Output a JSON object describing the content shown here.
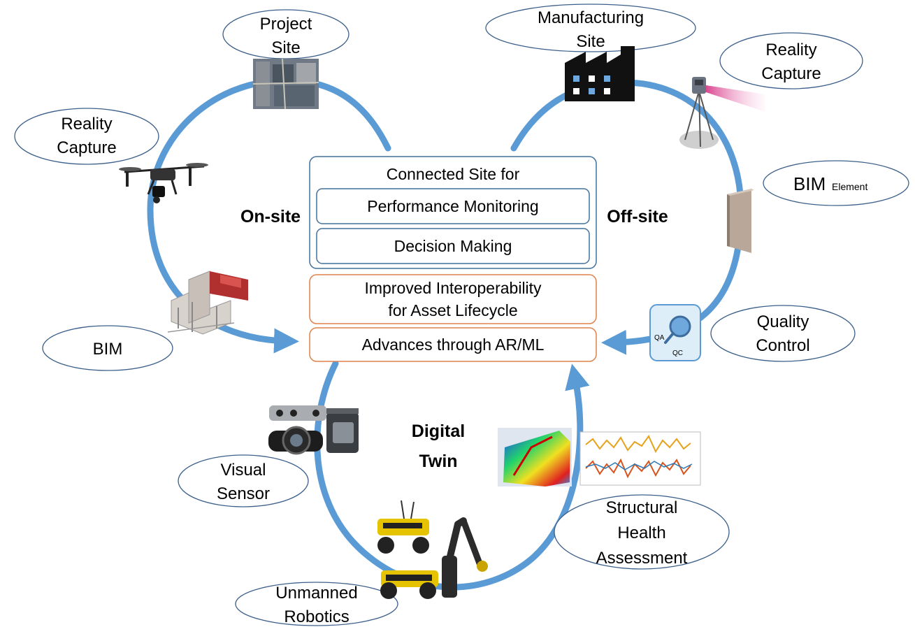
{
  "regions": {
    "onsite": "On-site",
    "offsite": "Off-site",
    "twin_line1": "Digital",
    "twin_line2": "Twin"
  },
  "center": {
    "connected_title": "Connected Site for",
    "performance": "Performance Monitoring",
    "decision": "Decision Making",
    "interop_line1": "Improved Interoperability",
    "interop_line2": "for Asset Lifecycle",
    "advances": "Advances through AR/ML"
  },
  "bubbles": {
    "project_site": [
      "Project",
      "Site"
    ],
    "manufacturing_site": [
      "Manufacturing",
      "Site"
    ],
    "reality_capture_left": [
      "Reality",
      "Capture"
    ],
    "reality_capture_right": [
      "Reality",
      "Capture"
    ],
    "bim_element_main": "BIM",
    "bim_element_sub": "Element",
    "bim": "BIM",
    "quality_control": [
      "Quality",
      "Control"
    ],
    "visual_sensor": [
      "Visual",
      "Sensor"
    ],
    "structural_health": [
      "Structural",
      "Health",
      "Assessment"
    ],
    "unmanned_robotics": [
      "Unmanned",
      "Robotics"
    ]
  },
  "icons": {
    "qa_label": "QA",
    "qc_label": "QC"
  },
  "colors": {
    "cycle_arrow": "#5b9bd5",
    "connected_box_border": "#41719c",
    "interop_box_border": "#e0824a",
    "bubble_border": "#3b5f8a"
  }
}
